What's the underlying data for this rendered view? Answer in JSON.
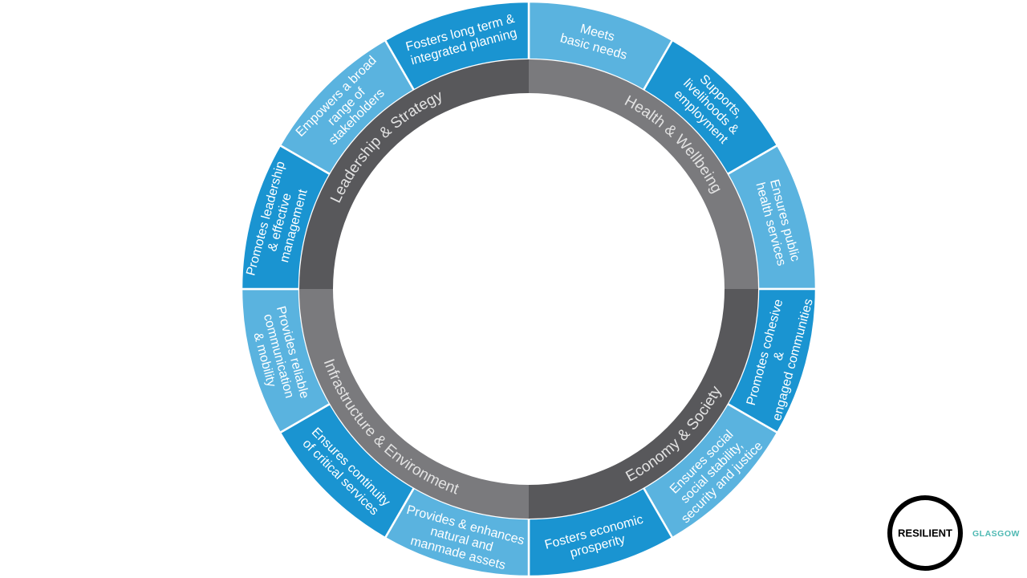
{
  "wheel": {
    "dimensions": [
      {
        "label": "Health & Wellbeing",
        "color": "#7a7a7d"
      },
      {
        "label": "Economy & Society",
        "color": "#58585b"
      },
      {
        "label": "Infrastructure & Environment",
        "color": "#7a7a7d"
      },
      {
        "label": "Leadership & Strategy",
        "color": "#58585b"
      }
    ],
    "goals": [
      {
        "lines": [
          "Meets",
          "basic needs"
        ],
        "color": "#5ab3df"
      },
      {
        "lines": [
          "Supports,",
          "livelihoods &",
          "employment"
        ],
        "color": "#1a94d1"
      },
      {
        "lines": [
          "Ensures public",
          "health services"
        ],
        "color": "#5ab3df"
      },
      {
        "lines": [
          "Promotes cohesive",
          "&",
          "engaged communities"
        ],
        "color": "#1a94d1"
      },
      {
        "lines": [
          "Ensures social",
          "social stability,",
          "security and justice"
        ],
        "color": "#5ab3df"
      },
      {
        "lines": [
          "Fosters economic",
          "prosperity"
        ],
        "color": "#1a94d1"
      },
      {
        "lines": [
          "Provides & enhances",
          "natural and",
          "manmade assets"
        ],
        "color": "#5ab3df"
      },
      {
        "lines": [
          "Ensures continuity",
          "of critical services"
        ],
        "color": "#1a94d1"
      },
      {
        "lines": [
          "Provides reliable",
          "communication",
          "& mobility"
        ],
        "color": "#5ab3df"
      },
      {
        "lines": [
          "Promotes leadership",
          "& effective",
          "management"
        ],
        "color": "#1a94d1"
      },
      {
        "lines": [
          "Empowers a broad",
          "range of",
          "stakeholders"
        ],
        "color": "#5ab3df"
      },
      {
        "lines": [
          "Fosters long term &",
          "integrated planning"
        ],
        "color": "#1a94d1"
      }
    ],
    "goal_label_color": "#ffffff",
    "dimension_label_color": "#e2e2e2"
  },
  "logo": {
    "wordmark": "RESILIENT",
    "city": "GLASGOW",
    "city_color": "#4fb9b3",
    "ring_color": "#000000"
  }
}
